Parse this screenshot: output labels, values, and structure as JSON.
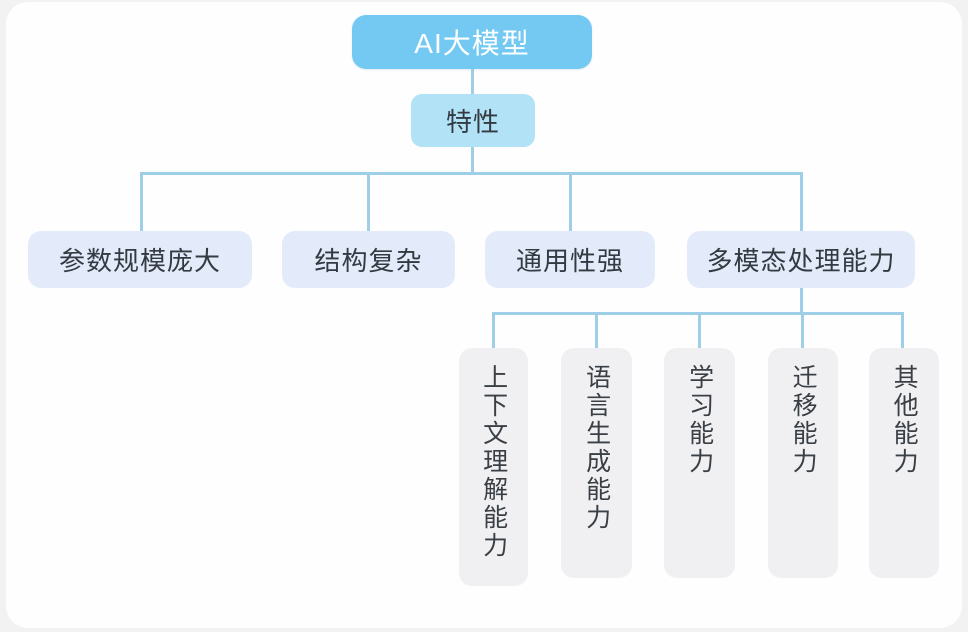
{
  "diagram": {
    "title": "AI大模型 特性 思维导图",
    "type": "mind-map",
    "colors": {
      "page_background": "#f2f2f3",
      "canvas": "#fefeff",
      "root_fill": "#74c9f3",
      "root_text": "#ffffff",
      "level1_fill": "#b2e2f6",
      "level2_fill": "#e3ebfa",
      "level3_fill": "#f0f0f2",
      "connector": "#9fcfe8",
      "node_text": "#333a42"
    }
  },
  "root": {
    "label": "AI大模型"
  },
  "level1": {
    "label": "特性"
  },
  "level2": [
    {
      "label": "参数规模庞大"
    },
    {
      "label": "结构复杂"
    },
    {
      "label": "通用性强"
    },
    {
      "label": "多模态处理能力"
    }
  ],
  "level3": [
    {
      "label": "上下文理解能力",
      "parent": "多模态处理能力"
    },
    {
      "label": "语言生成能力",
      "parent": "多模态处理能力"
    },
    {
      "label": "学习能力",
      "parent": "多模态处理能力"
    },
    {
      "label": "迁移能力",
      "parent": "多模态处理能力"
    },
    {
      "label": "其他能力",
      "parent": "多模态处理能力"
    }
  ]
}
